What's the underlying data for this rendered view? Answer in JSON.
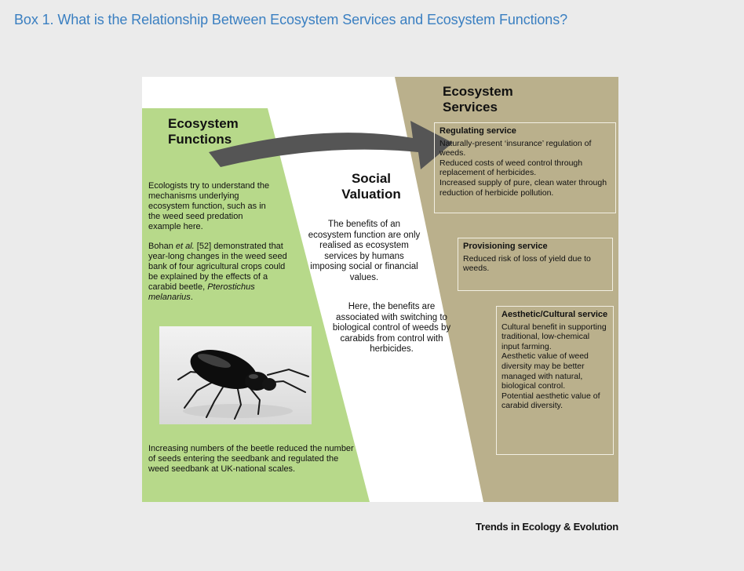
{
  "box_title": "Box 1. What is the Relationship Between Ecosystem Services and Ecosystem Functions?",
  "colors": {
    "title_blue": "#3a7fc1",
    "functions_green": "#b7d98a",
    "services_olive": "#bab08c",
    "arrow_gray": "#555555",
    "page_bg": "#ebebeb"
  },
  "functions": {
    "heading_line1": "Ecosystem",
    "heading_line2": "Functions",
    "para1": "Ecologists try to understand the mechanisms underlying ecosystem function, such as in the weed seed predation example here.",
    "para2_prefix": "Bohan ",
    "para2_etal": "et al.",
    "para2_mid": " [52] demonstrated that year-long changes in the weed seed bank of four agricultural crops could be explained by the effects of a carabid beetle, ",
    "para2_species": "Pterostichus melanarius",
    "para2_suffix": ".",
    "para3": "Increasing numbers of the beetle reduced the number of seeds entering the seedbank and regulated the weed seedbank at UK-national scales.",
    "image_icon": "ground-beetle-photo"
  },
  "valuation": {
    "heading_line1": "Social",
    "heading_line2": "Valuation",
    "para1": "The benefits of an ecosystem function are only realised as ecosystem services by humans imposing social or financial values.",
    "para2": "Here, the benefits are associated with switching to biological control of weeds by carabids from control with herbicides."
  },
  "services": {
    "heading_line1": "Ecosystem",
    "heading_line2": "Services",
    "regulating": {
      "title": "Regulating service",
      "items": [
        "Naturally-present ‘insurance’ regulation of weeds.",
        "Reduced costs of weed control through replacement of herbicides.",
        "Increased supply of pure, clean water through reduction of herbicide pollution."
      ]
    },
    "provisioning": {
      "title": "Provisioning service",
      "items": [
        "Reduced risk of loss of yield due to weeds."
      ]
    },
    "aesthetic": {
      "title": "Aesthetic/Cultural service",
      "items": [
        "Cultural benefit in supporting traditional, low-chemical input farming.",
        "Aesthetic value of weed diversity may be better managed with natural, biological control.",
        "Potential aesthetic value of carabid diversity."
      ]
    }
  },
  "credit": "Trends in Ecology & Evolution"
}
